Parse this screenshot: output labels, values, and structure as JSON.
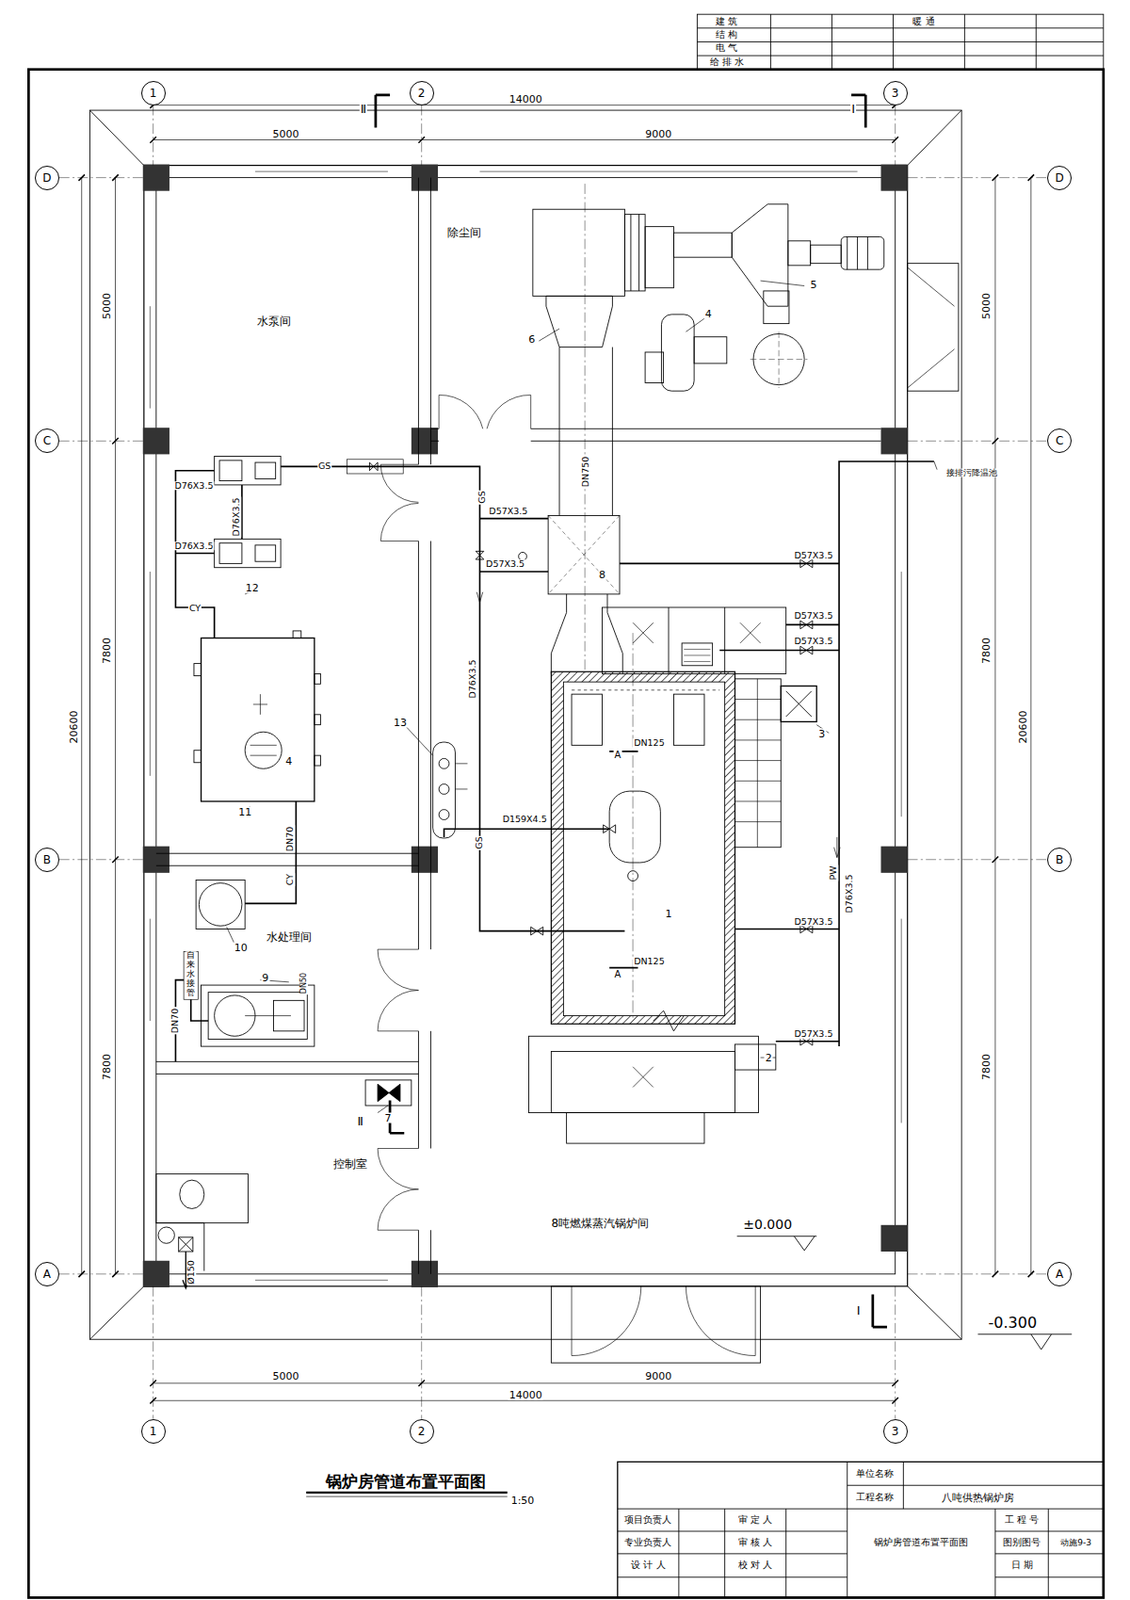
{
  "diagram": {
    "title": "锅炉房管道布置平面图",
    "nodes": [
      {
        "text": [
          "1"
        ]
      },
      {
        "text": [
          "2"
        ]
      },
      {
        "text": [
          "3"
        ]
      },
      {
        "text": [
          "D"
        ]
      },
      {
        "text": [
          "D"
        ]
      },
      {
        "text": [
          "除尘间"
        ]
      },
      {
        "text": [
          "水泵间"
        ]
      },
      {
        "text": [
          "C"
        ]
      },
      {
        "text": [
          "C"
        ]
      },
      {
        "text": [
          "B"
        ]
      },
      {
        "text": [
          "B"
        ]
      },
      {
        "text": [
          "水处理间"
        ]
      },
      {
        "text": [
          "控制室"
        ]
      },
      {
        "text": [
          "8吨燃煤蒸汽锅炉间"
        ]
      },
      {
        "text": [
          "A"
        ]
      },
      {
        "text": [
          "A"
        ]
      },
      {
        "text": [
          "1"
        ]
      },
      {
        "text": [
          "2"
        ]
      },
      {
        "text": [
          "3"
        ]
      }
    ],
    "labels": [
      "建 筑",
      "结 构",
      "电 气",
      "给 排 水",
      "暖 通",
      "14000",
      "5000",
      "9000",
      "Ⅱ",
      "Ⅰ",
      "5000",
      "7800",
      "20600",
      "7800",
      "5000",
      "7800",
      "20600",
      "7800",
      "5",
      "6",
      "4",
      "GS",
      "D76X3.5",
      "D76X3.5",
      "D76X3.5",
      "12",
      "CY",
      "DN750",
      "GS",
      "D57X3.5",
      "D57X3.5",
      "8",
      "接排污降温池",
      "D57X3.5",
      "D57X3.5",
      "D57X3.5",
      "3",
      "D76X3.5",
      "13",
      "4",
      "11",
      "A",
      "DN125",
      "D159X4.5",
      "GS",
      "DN70",
      "CY",
      "PW",
      "D76X3.5",
      "1",
      "D57X3.5",
      "10",
      "DN50",
      "自来水接管",
      "DN70",
      "9",
      "A",
      "DN125",
      "D57X3.5",
      "2",
      "Ⅱ",
      "7",
      "±0.000",
      "Ø150",
      "Ⅰ",
      "-0.300",
      "5000",
      "9000",
      "14000",
      "1:50",
      "单位名称",
      "工程名称",
      "八吨供热锅炉房",
      "项目负责人",
      "审 定 人",
      "工 程 号",
      "专业负责人",
      "审 核 人",
      "锅炉房管道布置平面图",
      "图别图号",
      "动施9-3",
      "设 计 人",
      "校 对 人",
      "日 期"
    ]
  }
}
